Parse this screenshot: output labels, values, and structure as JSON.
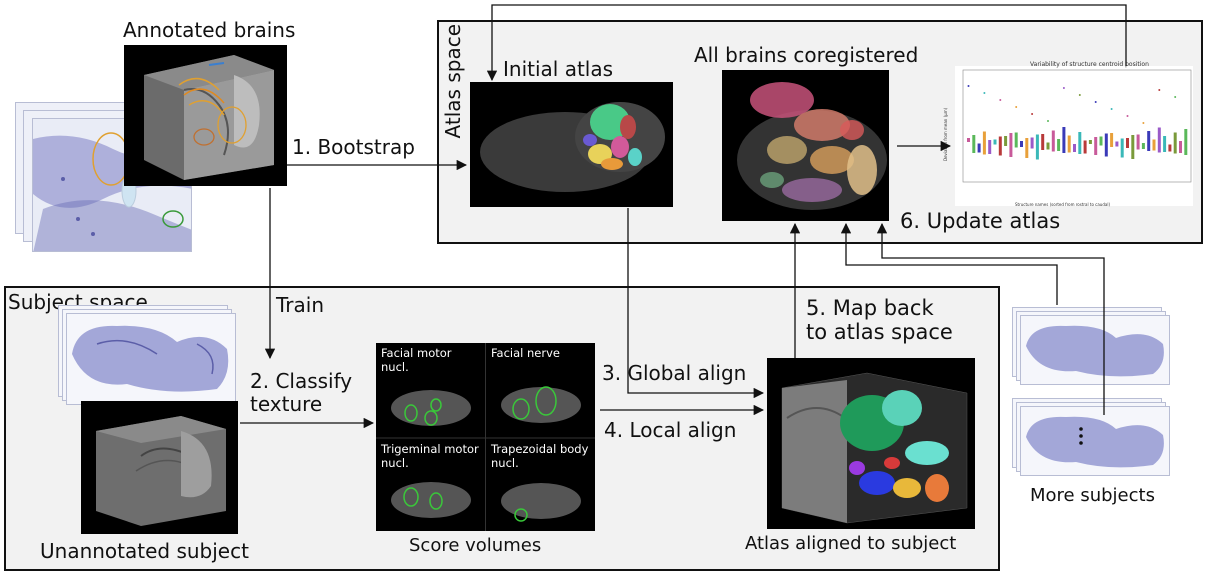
{
  "panels": {
    "atlas_space": "Atlas space",
    "subject_space": "Subject space"
  },
  "labels": {
    "annotated_brains": "Annotated brains",
    "initial_atlas": "Initial atlas",
    "all_brains_coregistered": "All brains coregistered",
    "unannotated_subject": "Unannotated subject",
    "score_volumes": "Score volumes",
    "atlas_aligned_to_subject": "Atlas aligned to subject",
    "more_subjects": "More subjects"
  },
  "steps": {
    "bootstrap": "1. Bootstrap",
    "train": "Train",
    "classify_line1": "2. Classify",
    "classify_line2": "texture",
    "global_align": "3. Global align",
    "local_align": "4. Local align",
    "map_back_line1": "5. Map back",
    "map_back_line2": "to atlas space",
    "update_atlas": "6. Update atlas"
  },
  "score_volumes": [
    {
      "line1": "Facial motor",
      "line2": "nucl."
    },
    {
      "line1": "Facial nerve",
      "line2": ""
    },
    {
      "line1": "Trigeminal motor",
      "line2": "nucl."
    },
    {
      "line1": "Trapezoidal body",
      "line2": "nucl."
    }
  ],
  "variability_plot": {
    "title": "Variability of structure centroid position",
    "ylabel": "Deviation from mean (μm)",
    "xlabel": "Structure names (sorted from rostral to caudal)"
  },
  "colors": {
    "panel_bg": "#f2f2f2",
    "border": "#111111",
    "nissl_stain": "#6a6fb5"
  }
}
